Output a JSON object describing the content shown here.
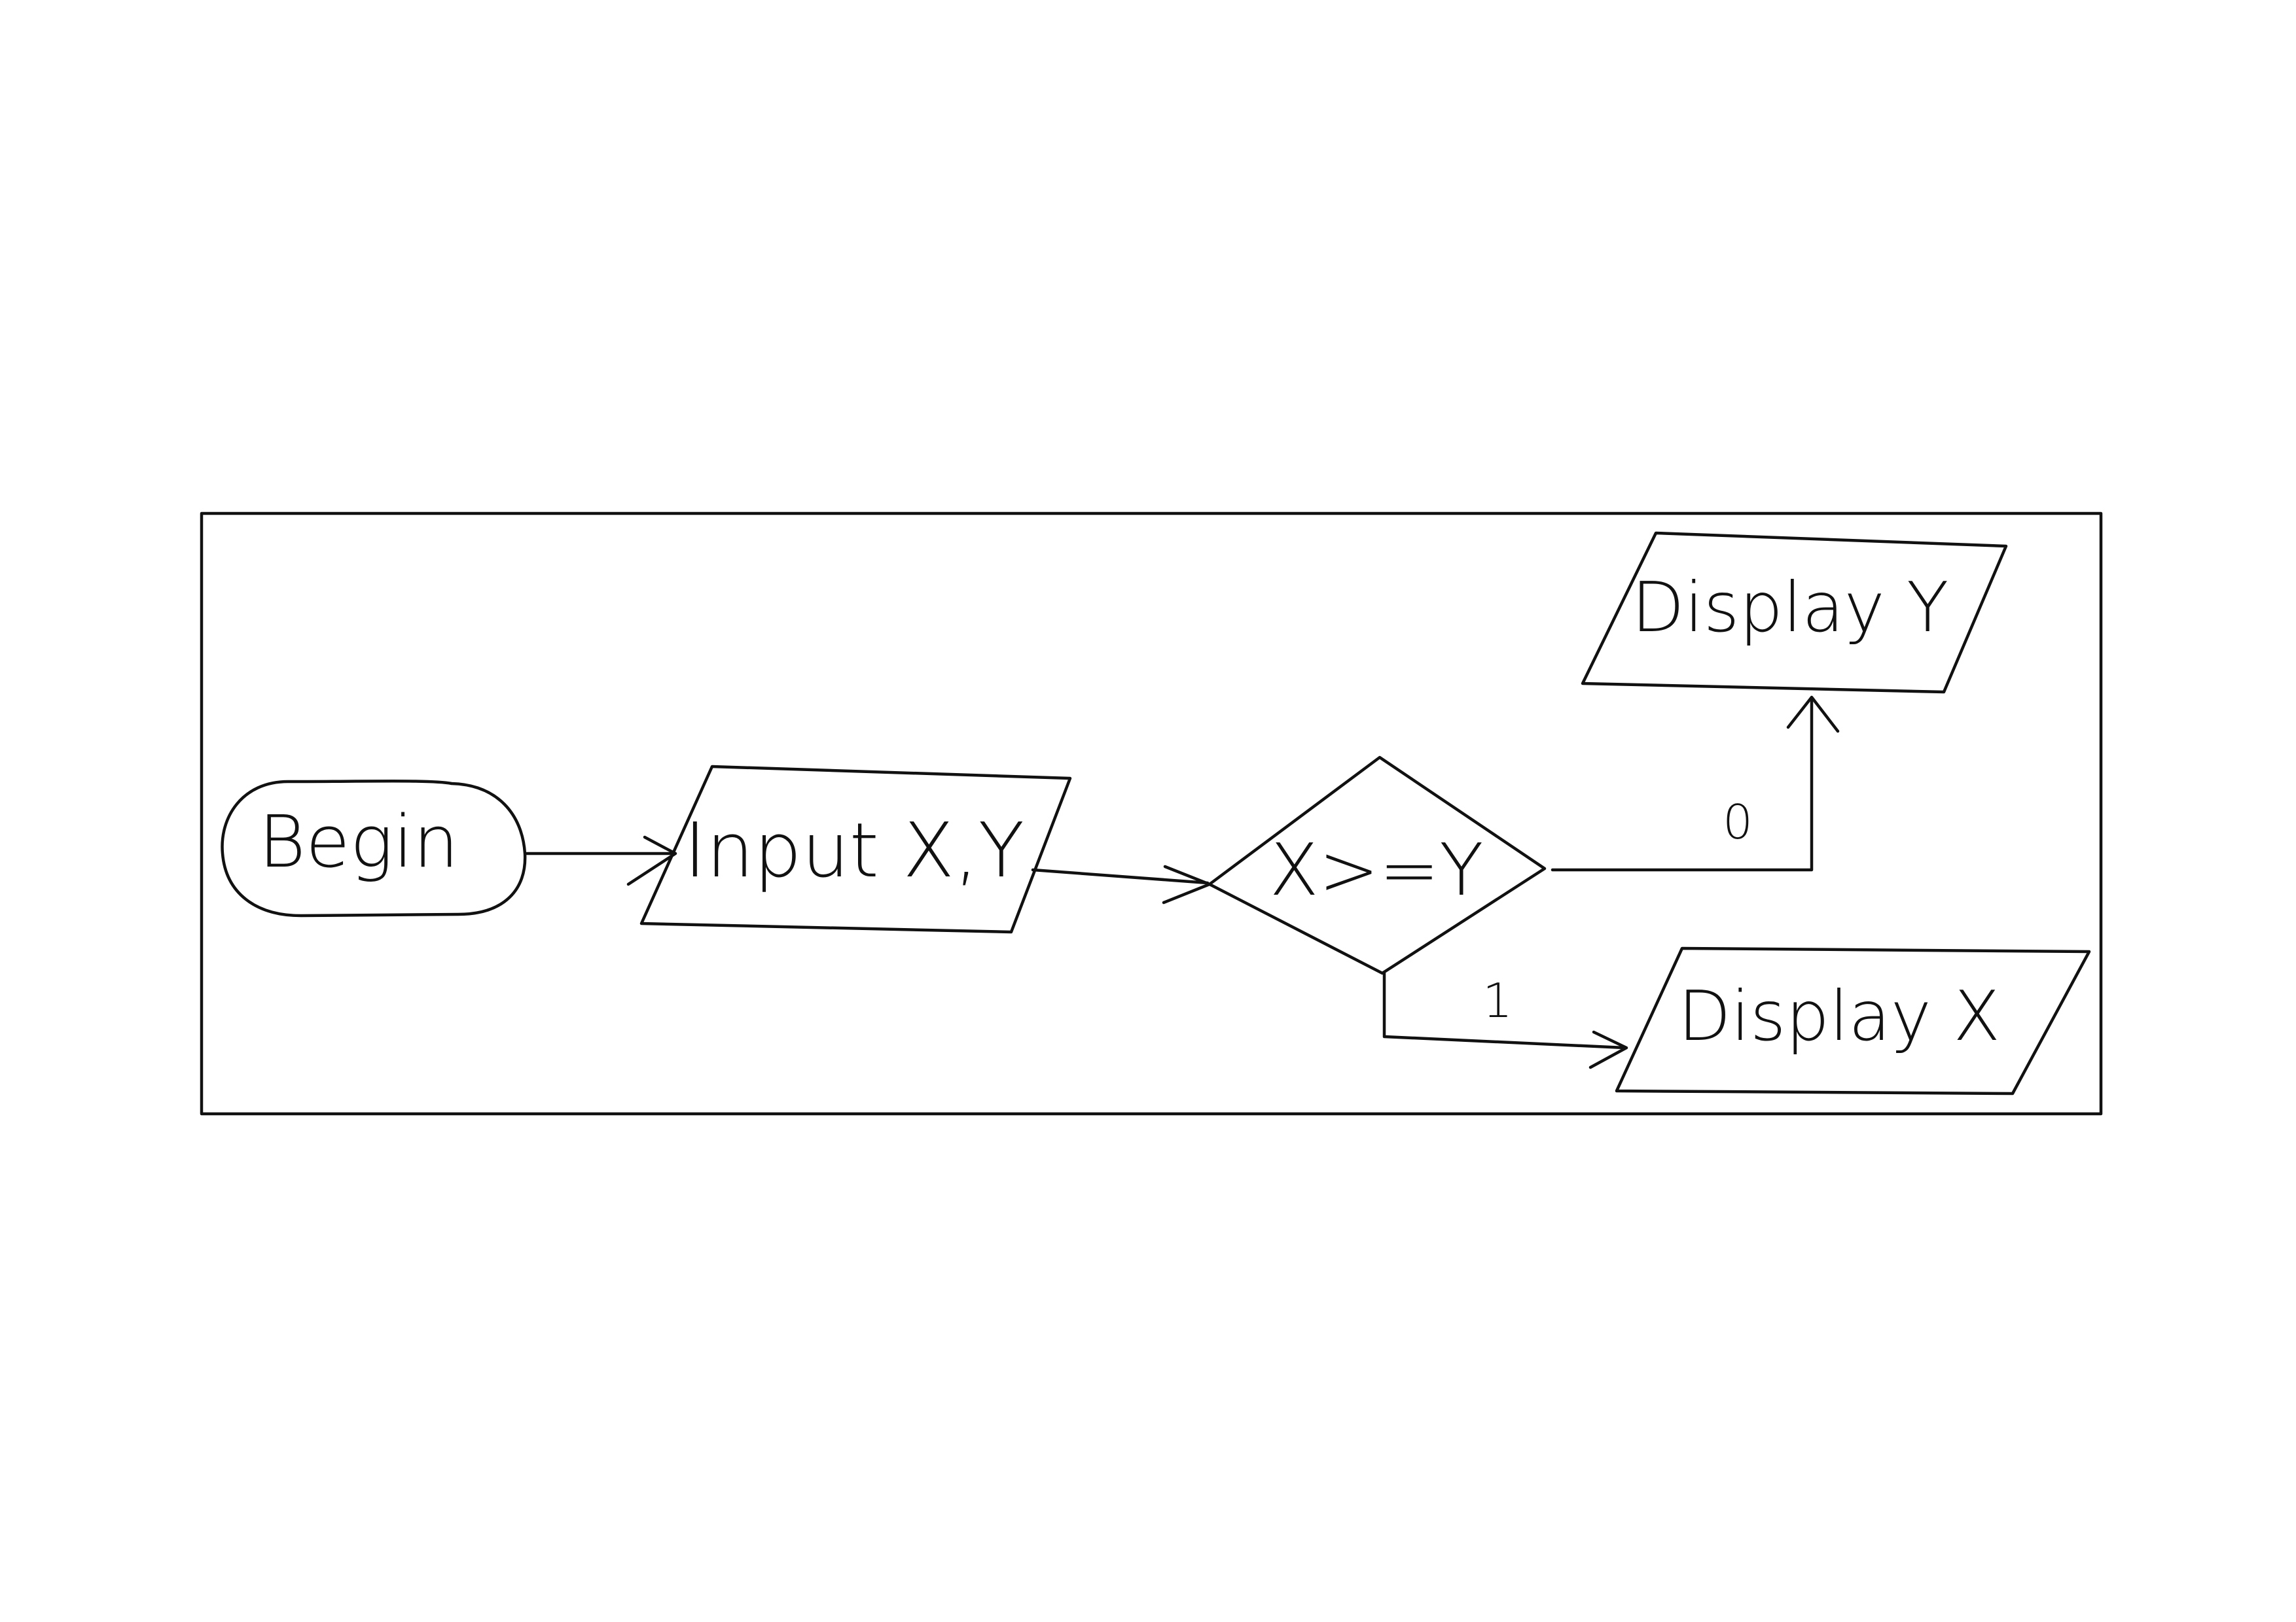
{
  "flowchart": {
    "nodes": {
      "begin": {
        "label": "Begin",
        "shape": "terminator"
      },
      "input": {
        "label": "Input X,Y",
        "shape": "parallelogram"
      },
      "decision": {
        "label": "X>=Y",
        "shape": "diamond"
      },
      "display_y": {
        "label": "Display Y",
        "shape": "parallelogram"
      },
      "display_x": {
        "label": "Display X",
        "shape": "parallelogram"
      }
    },
    "edges": [
      {
        "from": "begin",
        "to": "input",
        "label": ""
      },
      {
        "from": "input",
        "to": "decision",
        "label": ""
      },
      {
        "from": "decision",
        "to": "display_y",
        "label": "0"
      },
      {
        "from": "decision",
        "to": "display_x",
        "label": "1"
      }
    ]
  },
  "colors": {
    "ink": "#111111",
    "paper": "#ffffff"
  }
}
